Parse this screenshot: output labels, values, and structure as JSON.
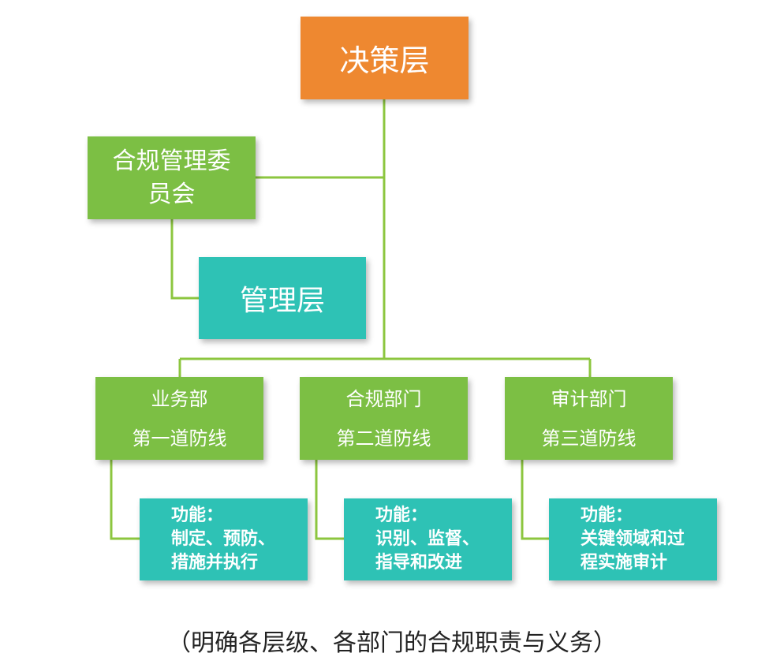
{
  "colors": {
    "decision": "#ee8830",
    "green": "#7cbf44",
    "teal": "#2ec2b5",
    "connector": "#8cc63f"
  },
  "decision_layer": {
    "label": "决策层"
  },
  "compliance_committee": {
    "lines": [
      "合规管理委",
      "员会"
    ]
  },
  "management_layer": {
    "label": "管理层"
  },
  "departments": [
    {
      "name": "业务部",
      "defense": "第一道防线"
    },
    {
      "name": "合规部门",
      "defense": "第二道防线"
    },
    {
      "name": "审计部门",
      "defense": "第三道防线"
    }
  ],
  "functions": [
    {
      "title": "功能：",
      "lines": [
        "制定、预防、",
        "措施并执行"
      ]
    },
    {
      "title": "功能：",
      "lines": [
        "识别、监督、",
        "指导和改进"
      ]
    },
    {
      "title": "功能：",
      "lines": [
        "关键领域和过",
        "程实施审计"
      ]
    }
  ],
  "caption": "（明确各层级、各部门的合规职责与义务）"
}
